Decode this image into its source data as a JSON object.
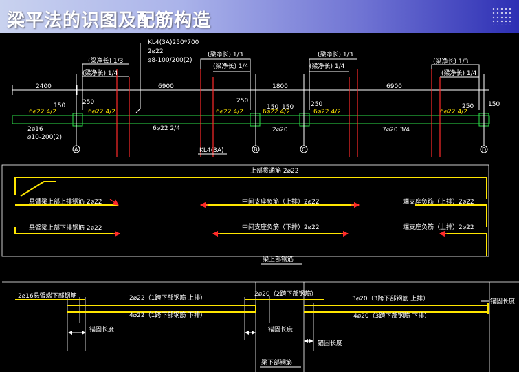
{
  "header": {
    "title": "梁平法的识图及配筋构造"
  },
  "plan": {
    "beam_mark": "KL4(3A)250*700",
    "top_bars": "2⌀22",
    "stirrup": "⌀8-100/200(2)",
    "clear_span_third_1": "(梁净长) 1/3",
    "clear_span_fourth_1": "(梁净长) 1/4",
    "clear_span_third_2": "(梁净长) 1/3",
    "clear_span_fourth_2": "(梁净长) 1/4",
    "clear_span_third_3": "(梁净长) 1/3",
    "clear_span_fourth_3": "(梁净长) 1/4",
    "clear_span_third_4": "(梁净长) 1/3",
    "clear_span_fourth_4": "(梁净长) 1/4",
    "dim_2400": "2400",
    "dim_6900a": "6900",
    "dim_1800": "1800",
    "dim_6900b": "6900",
    "dim_150a": "150",
    "dim_250a": "250",
    "dim_250b": "250",
    "dim_150b": "150",
    "dim_150c": "150",
    "dim_250c": "250",
    "dim_250d": "250",
    "dim_150d": "150",
    "seat_bar_1": "6⌀22 4/2",
    "seat_bar_2": "6⌀22 4/2",
    "seat_bar_3": "6⌀22 4/2",
    "seat_bar_4": "6⌀22 4/2",
    "seat_bar_5": "6⌀22 4/2",
    "seat_bar_6": "6⌀22 4/2",
    "cant_bottom": "2⌀16",
    "cant_stirrup": "⌀10-200(2)",
    "span1_bottom": "6⌀22 2/4",
    "span2_bottom": "2⌀20",
    "span3_bottom": "7⌀20 3/4",
    "axis_a": "A",
    "axis_b": "B",
    "axis_c": "C",
    "axis_d": "D",
    "name_label": "KL4(3A)"
  },
  "top_rebar": {
    "through_bar": "上部贯通筋 2⌀22",
    "cant_upper": "悬臂梁上部上排钢筋 2⌀22",
    "mid_upper": "中间支座负筋（上排）2⌀22",
    "end_upper": "端支座负筋（上排）2⌀22",
    "cant_lower": "悬臂梁上部下排钢筋 2⌀22",
    "mid_lower": "中间支座负筋（下排）2⌀22",
    "end_lower": "端支座负筋（上排）2⌀22",
    "group_label": "梁上部钢筋"
  },
  "bottom_rebar": {
    "cant_bottom": "2⌀16悬臂端下部钢筋",
    "span2": "2⌀20（2跨下部钢筋）",
    "span1_upper": "2⌀22（1跨下部钢筋 上排）",
    "span3_upper": "3⌀20（3跨下部钢筋 上排）",
    "span1_lower": "4⌀22（1跨下部钢筋 下排）",
    "span3_lower": "4⌀20（3跨下部钢筋 下排）",
    "anchor_1": "锚固长度",
    "anchor_2": "锚固长度",
    "anchor_3": "锚固长度",
    "anchor_4": "锚固长度",
    "group_label": "梁下部钢筋"
  }
}
